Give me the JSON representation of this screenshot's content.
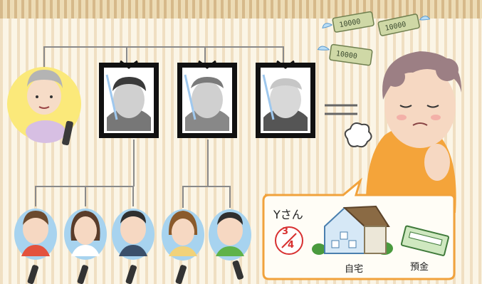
{
  "heir": {
    "name": "Yさん",
    "share_numerator": "3",
    "share_denominator": "4"
  },
  "assets": {
    "home": "自宅",
    "deposit": "預金"
  },
  "banknote_text": "10000",
  "colors": {
    "background": "#fbf5e6",
    "line": "#888888",
    "bubble_border": "#f1a23c",
    "fraction": "#d83030"
  }
}
